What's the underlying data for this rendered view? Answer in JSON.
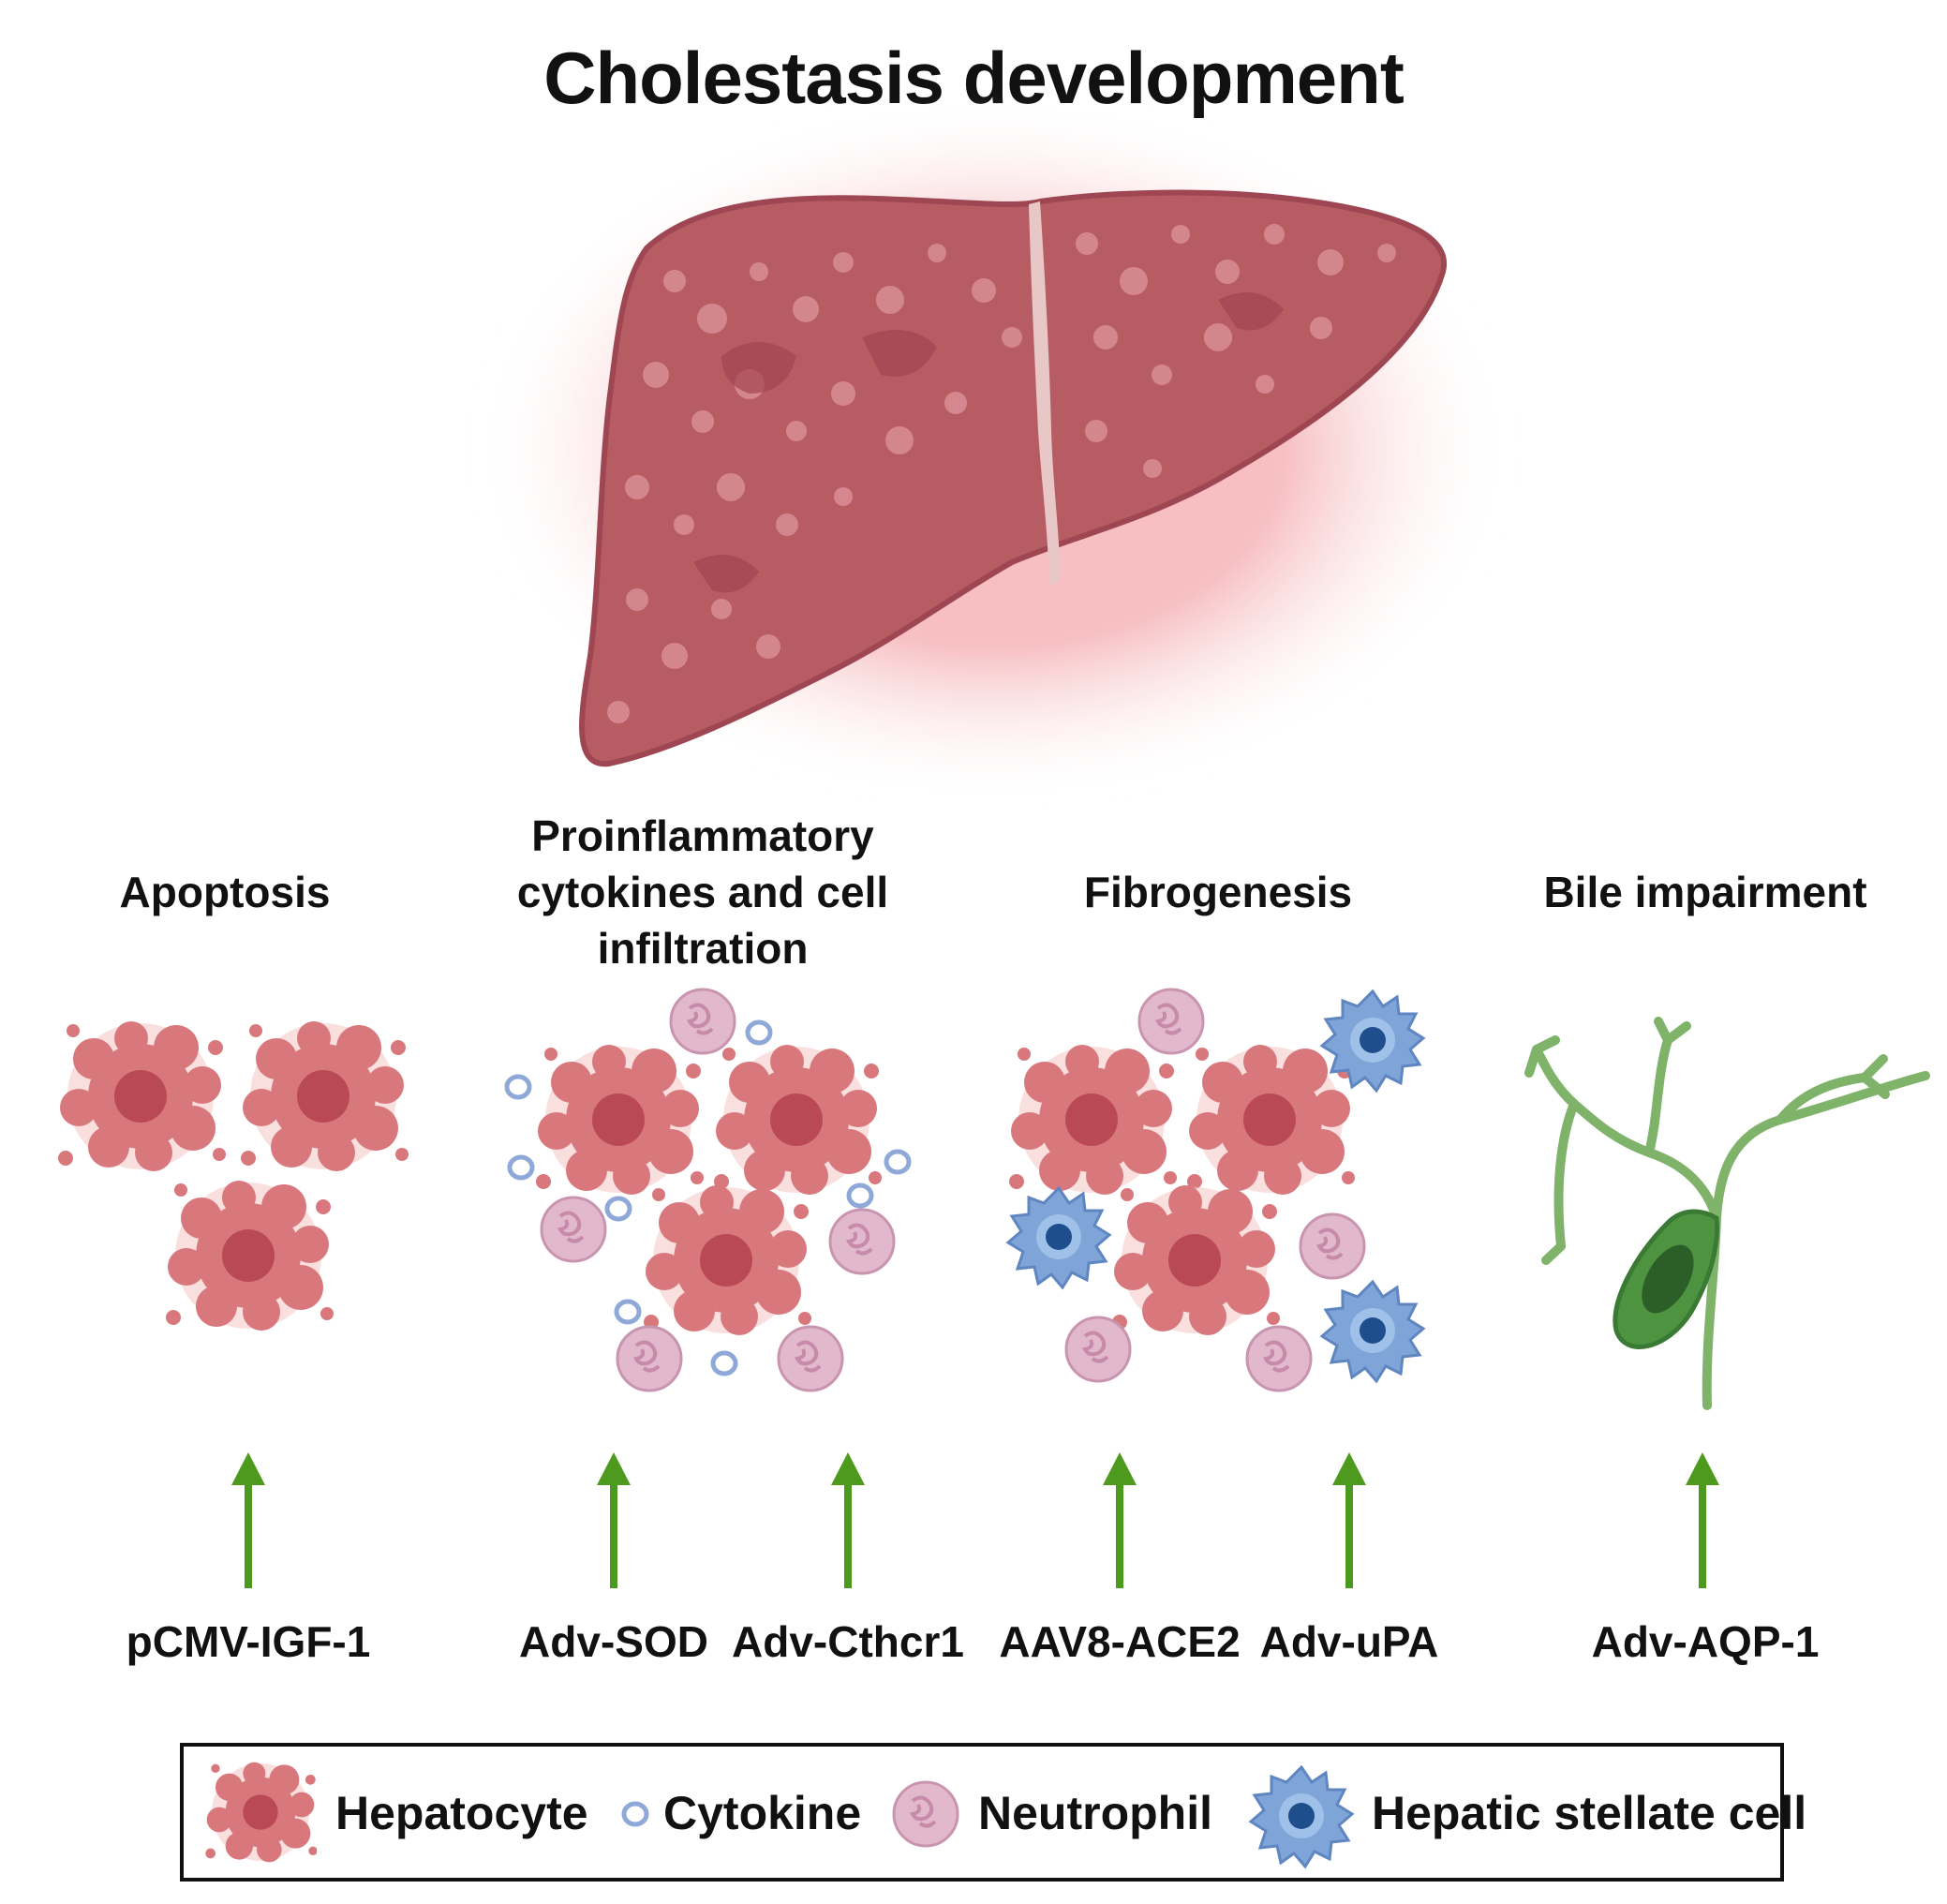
{
  "title": "Cholestasis development",
  "categories": [
    {
      "id": "apoptosis",
      "label": "Apoptosis"
    },
    {
      "id": "inflammation",
      "label": "Proinflammatory cytokines and cell infiltration"
    },
    {
      "id": "fibrogenesis",
      "label": "Fibrogenesis"
    },
    {
      "id": "bile",
      "label": "Bile impairment"
    }
  ],
  "treatments": [
    {
      "label": "pCMV-IGF-1"
    },
    {
      "label": "Adv-SOD"
    },
    {
      "label": "Adv-Cthcr1"
    },
    {
      "label": "AAV8-ACE2"
    },
    {
      "label": "Adv-uPA"
    },
    {
      "label": "Adv-AQP-1"
    }
  ],
  "legend": [
    {
      "icon": "hepatocyte-icon",
      "label": "Hepatocyte"
    },
    {
      "icon": "cytokine-icon",
      "label": "Cytokine"
    },
    {
      "icon": "neutrophil-icon",
      "label": "Neutrophil"
    },
    {
      "icon": "hepatic-stellate-cell-icon",
      "label": "Hepatic stellate cell"
    }
  ],
  "colors": {
    "liver": "#b85c64",
    "hepatocyte": "#d9787c",
    "hepatocyte_nucleus": "#b94a55",
    "neutrophil": "#e2b8cc",
    "cytokine": "#8ea8d8",
    "stellate": "#7ea4d8",
    "stellate_nucleus": "#1e4e8c",
    "arrow": "#4d9a1e",
    "bile_duct": "#7fb36a",
    "gallbladder": "#3a7a34"
  }
}
